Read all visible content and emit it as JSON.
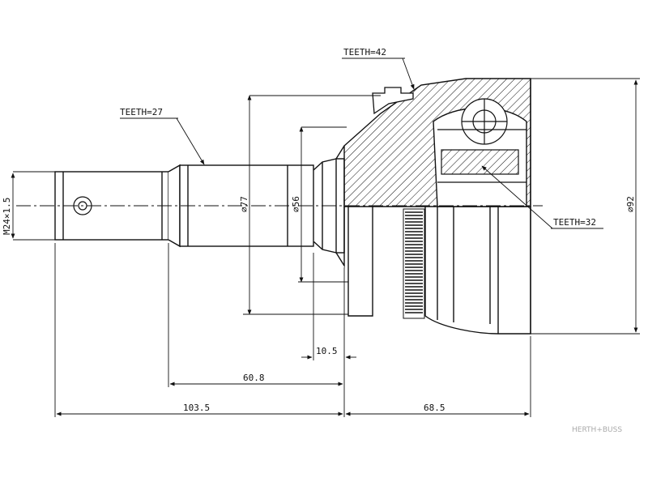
{
  "drawing": {
    "labels": {
      "teeth_outer": "TEETH=42",
      "teeth_shaft": "TEETH=27",
      "teeth_inner": "TEETH=32"
    },
    "dimensions": {
      "thread": "M24×1.5",
      "dia_shaft": "⌀77",
      "dia_seat": "⌀56",
      "dia_housing": "⌀92",
      "len_shoulder": "10.5",
      "len_shaft": "60.8",
      "len_total_left": "103.5",
      "len_housing": "68.5"
    },
    "brand": "HERTH+BUSS"
  },
  "colors": {
    "line": "#111111",
    "watermark": "#aaaaaa"
  }
}
